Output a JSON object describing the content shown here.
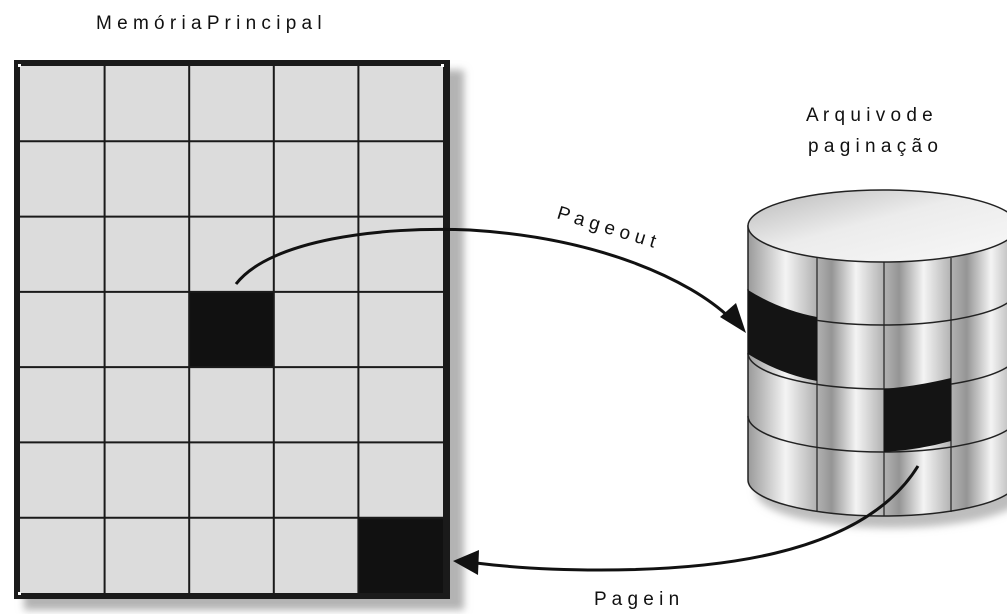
{
  "memory": {
    "title": "M e m ó r i a   P r i n c i p a l",
    "rows": 7,
    "cols": 5,
    "occupied_cells": [
      {
        "row": 3,
        "col": 2
      },
      {
        "row": 6,
        "col": 4
      }
    ],
    "cell_color": "#dcdcdc",
    "block_color": "#111111"
  },
  "paging_file": {
    "title_line1": "A r q u i v o   d e",
    "title_line2": "p a g i n a ç ã o"
  },
  "arrows": {
    "page_out_label": "P a g e   o u t",
    "page_in_label": "P a g e   i n"
  }
}
